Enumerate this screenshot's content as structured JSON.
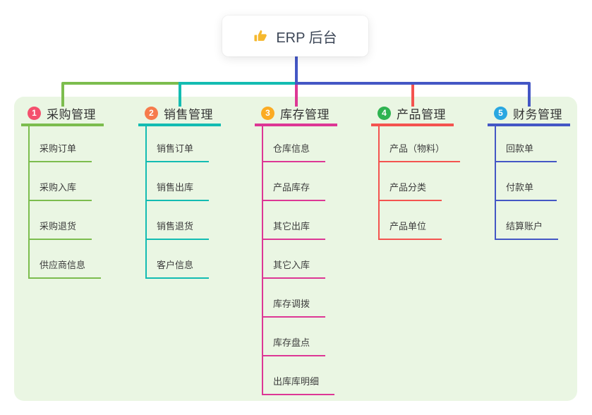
{
  "root": {
    "title": "ERP 后台",
    "icon": "thumbs-up-icon",
    "icon_color": "#f5b82e",
    "connector_color": "#4457c5"
  },
  "panel": {
    "background": "#eaf6e3"
  },
  "branches": [
    {
      "index": "1",
      "label": "采购管理",
      "color": "#7cbd4e",
      "badge_color": "#f4506d",
      "children": [
        "采购订单",
        "采购入库",
        "采购退货",
        "供应商信息"
      ]
    },
    {
      "index": "2",
      "label": "销售管理",
      "color": "#13bcb2",
      "badge_color": "#f67b4c",
      "children": [
        "销售订单",
        "销售出库",
        "销售退货",
        "客户信息"
      ]
    },
    {
      "index": "3",
      "label": "库存管理",
      "color": "#dd3795",
      "badge_color": "#fbab23",
      "children": [
        "仓库信息",
        "产品库存",
        "其它出库",
        "其它入库",
        "库存调拨",
        "库存盘点",
        "出库库明细"
      ]
    },
    {
      "index": "4",
      "label": "产品管理",
      "color": "#f4534f",
      "badge_color": "#2fb351",
      "children": [
        "产品（物料）",
        "产品分类",
        "产品单位"
      ]
    },
    {
      "index": "5",
      "label": "财务管理",
      "color": "#4457c5",
      "badge_color": "#29a7e1",
      "children": [
        "回款单",
        "付款单",
        "结算账户"
      ]
    }
  ]
}
